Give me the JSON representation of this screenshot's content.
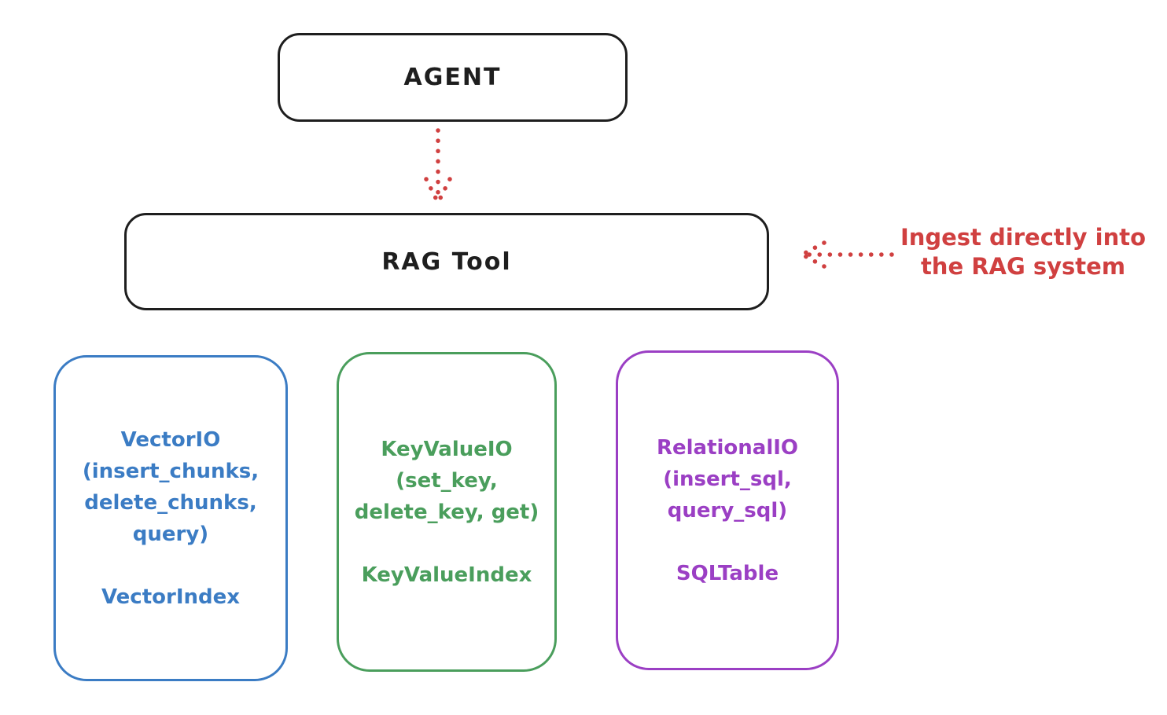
{
  "diagram": {
    "background": "#ffffff",
    "colors": {
      "stroke_black": "#1e1e1e",
      "accent_red": "#d04040",
      "vector_blue": "#3b7cc4",
      "keyvalue_green": "#4a9e5c",
      "relational_purple": "#9b3fc4"
    },
    "nodes": {
      "agent": {
        "label": "AGENT"
      },
      "rag_tool": {
        "label": "RAG Tool"
      },
      "vector_io": {
        "lines": [
          "VectorIO",
          "(insert_chunks,",
          "delete_chunks,",
          "query)"
        ],
        "index": "VectorIndex"
      },
      "key_value_io": {
        "lines": [
          "KeyValueIO",
          "(set_key,",
          "delete_key, get)"
        ],
        "index": "KeyValueIndex"
      },
      "relational_io": {
        "lines": [
          "RelationalIO",
          "(insert_sql,",
          "query_sql)"
        ],
        "index": "SQLTable"
      }
    },
    "annotations": {
      "ingest_note": {
        "line1": "Ingest directly into",
        "line2": "the RAG system",
        "color": "#d04040"
      }
    },
    "edges": [
      {
        "from": "agent",
        "to": "rag_tool",
        "style": "dotted",
        "color": "#d04040",
        "direction": "down"
      },
      {
        "from": "ingest_note",
        "to": "rag_tool",
        "style": "dotted",
        "color": "#d04040",
        "direction": "left"
      }
    ]
  }
}
